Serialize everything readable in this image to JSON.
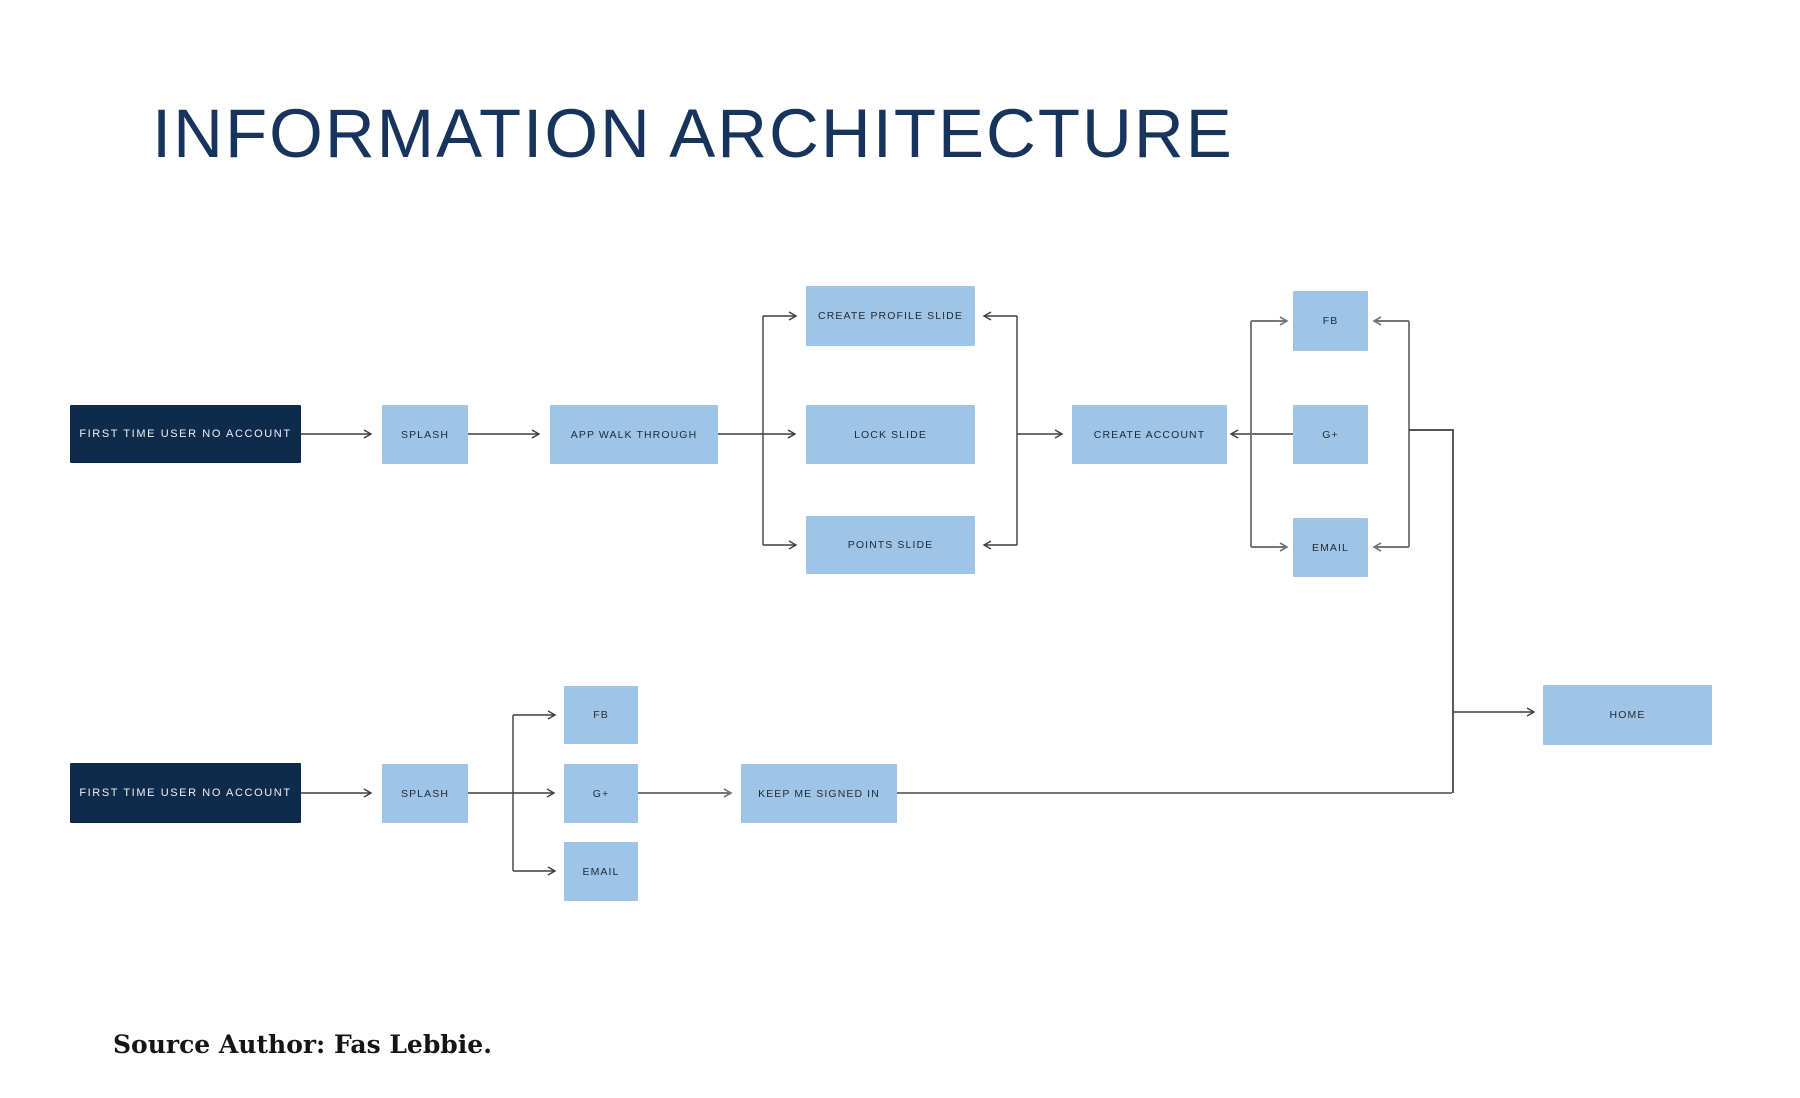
{
  "title": "INFORMATION ARCHITECTURE",
  "source_credit": "Source Author: Fas Lebbie.",
  "colors": {
    "navy_box": "#0e2b4c",
    "light_box": "#9ec5e7",
    "title_text": "#16345c",
    "label_dark": "#242a33",
    "label_light": "#edf1f7",
    "line_dark": "#3f3f3f",
    "line_gray": "#757575",
    "background": "#ffffff",
    "source_text": "#151515"
  },
  "nodes": {
    "ftu1": {
      "label": "FIRST TIME USER NO ACCOUNT"
    },
    "splash1": {
      "label": "SPLASH"
    },
    "app_walk_through": {
      "label": "APP WALK THROUGH"
    },
    "create_profile_slide": {
      "label": "CREATE PROFILE SLIDE"
    },
    "lock_slide": {
      "label": "LOCK SLIDE"
    },
    "points_slide": {
      "label": "POINTS SLIDE"
    },
    "create_account": {
      "label": "CREATE ACCOUNT"
    },
    "fb1": {
      "label": "FB"
    },
    "gplus1": {
      "label": "G+"
    },
    "email1": {
      "label": "EMAIL"
    },
    "ftu2": {
      "label": "FIRST TIME USER NO ACCOUNT"
    },
    "splash2": {
      "label": "SPLASH"
    },
    "fb2": {
      "label": "FB"
    },
    "gplus2": {
      "label": "G+"
    },
    "email2": {
      "label": "EMAIL"
    },
    "keep_me_signed_in": {
      "label": "KEEP ME SIGNED IN"
    },
    "home": {
      "label": "HOME"
    }
  }
}
